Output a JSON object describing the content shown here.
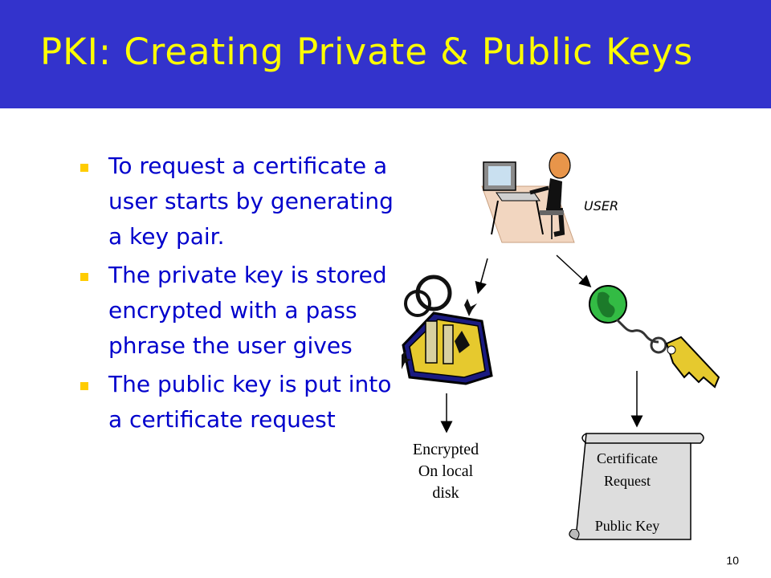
{
  "slide": {
    "title": "PKI: Creating Private & Public Keys",
    "bullets": [
      "To request a certificate a user starts by generating a key pair.",
      "The private key is stored encrypted with a pass phrase the user gives",
      "The public key is put into a certificate request"
    ],
    "page_number": "10"
  },
  "diagram": {
    "user_label": "USER",
    "encrypted_label": [
      "Encrypted",
      "On local",
      "disk"
    ],
    "certificate_label": [
      "Certificate",
      "Request",
      "",
      "Public Key"
    ],
    "icons": [
      "user-at-computer-icon",
      "keychain-icon",
      "globe-keychain-icon",
      "certificate-scroll-icon"
    ]
  },
  "colors": {
    "title_bar": "#3333cc",
    "title_text": "#ffff00",
    "bullet_text": "#0000cc",
    "bullet_mark": "#ffcc00",
    "scroll_fill": "#dddddd"
  }
}
